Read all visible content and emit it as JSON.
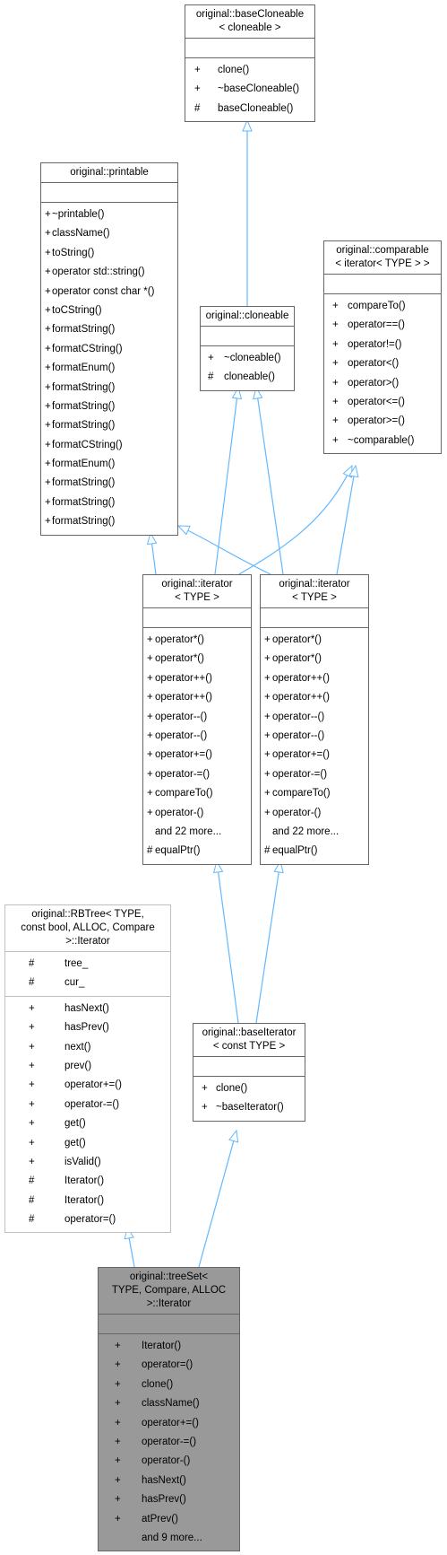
{
  "nodes": {
    "baseCloneable": {
      "title": [
        "original::baseCloneable",
        "< cloneable >"
      ],
      "members": [
        {
          "vis": "+",
          "name": "clone()"
        },
        {
          "vis": "+",
          "name": "~baseCloneable()"
        },
        {
          "vis": "#",
          "name": "baseCloneable()"
        }
      ]
    },
    "printable": {
      "title": [
        "original::printable"
      ],
      "members": [
        {
          "vis": "+",
          "name": "~printable()"
        },
        {
          "vis": "+",
          "name": "className()"
        },
        {
          "vis": "+",
          "name": "toString()"
        },
        {
          "vis": "+",
          "name": "operator std::string()"
        },
        {
          "vis": "+",
          "name": "operator const char *()"
        },
        {
          "vis": "+",
          "name": "toCString()"
        },
        {
          "vis": "+",
          "name": "formatString()"
        },
        {
          "vis": "+",
          "name": "formatCString()"
        },
        {
          "vis": "+",
          "name": "formatEnum()"
        },
        {
          "vis": "+",
          "name": "formatString()"
        },
        {
          "vis": "+",
          "name": "formatString()"
        },
        {
          "vis": "+",
          "name": "formatString()"
        },
        {
          "vis": "+",
          "name": "formatCString()"
        },
        {
          "vis": "+",
          "name": "formatEnum()"
        },
        {
          "vis": "+",
          "name": "formatString()"
        },
        {
          "vis": "+",
          "name": "formatString()"
        },
        {
          "vis": "+",
          "name": "formatString()"
        }
      ]
    },
    "cloneable": {
      "title": [
        "original::cloneable"
      ],
      "members": [
        {
          "vis": "+",
          "name": "~cloneable()"
        },
        {
          "vis": "#",
          "name": "cloneable()"
        }
      ]
    },
    "comparable": {
      "title": [
        "original::comparable",
        "< iterator< TYPE > >"
      ],
      "members": [
        {
          "vis": "+",
          "name": "compareTo()"
        },
        {
          "vis": "+",
          "name": "operator==()"
        },
        {
          "vis": "+",
          "name": "operator!=()"
        },
        {
          "vis": "+",
          "name": "operator<()"
        },
        {
          "vis": "+",
          "name": "operator>()"
        },
        {
          "vis": "+",
          "name": "operator<=()"
        },
        {
          "vis": "+",
          "name": "operator>=()"
        },
        {
          "vis": "+",
          "name": "~comparable()"
        }
      ]
    },
    "iteratorA": {
      "title": [
        "original::iterator",
        "< TYPE >"
      ],
      "members": [
        {
          "vis": "+",
          "name": "operator*()"
        },
        {
          "vis": "+",
          "name": "operator*()"
        },
        {
          "vis": "+",
          "name": "operator++()"
        },
        {
          "vis": "+",
          "name": "operator++()"
        },
        {
          "vis": "+",
          "name": "operator--()"
        },
        {
          "vis": "+",
          "name": "operator--()"
        },
        {
          "vis": "+",
          "name": "operator+=()"
        },
        {
          "vis": "+",
          "name": "operator-=()"
        },
        {
          "vis": "+",
          "name": "compareTo()"
        },
        {
          "vis": "+",
          "name": "operator-()"
        },
        {
          "vis": "",
          "name": "and 22 more..."
        },
        {
          "vis": "#",
          "name": "equalPtr()"
        }
      ]
    },
    "iteratorB": {
      "title": [
        "original::iterator",
        "< TYPE >"
      ],
      "members": [
        {
          "vis": "+",
          "name": "operator*()"
        },
        {
          "vis": "+",
          "name": "operator*()"
        },
        {
          "vis": "+",
          "name": "operator++()"
        },
        {
          "vis": "+",
          "name": "operator++()"
        },
        {
          "vis": "+",
          "name": "operator--()"
        },
        {
          "vis": "+",
          "name": "operator--()"
        },
        {
          "vis": "+",
          "name": "operator+=()"
        },
        {
          "vis": "+",
          "name": "operator-=()"
        },
        {
          "vis": "+",
          "name": "compareTo()"
        },
        {
          "vis": "+",
          "name": "operator-()"
        },
        {
          "vis": "",
          "name": "and 22 more..."
        },
        {
          "vis": "#",
          "name": "equalPtr()"
        }
      ]
    },
    "rbtree": {
      "title": [
        "original::RBTree< TYPE,",
        "const bool, ALLOC, Compare",
        ">::Iterator"
      ],
      "attributes": [
        {
          "vis": "#",
          "name": "tree_"
        },
        {
          "vis": "#",
          "name": "cur_"
        }
      ],
      "members": [
        {
          "vis": "+",
          "name": "hasNext()"
        },
        {
          "vis": "+",
          "name": "hasPrev()"
        },
        {
          "vis": "+",
          "name": "next()"
        },
        {
          "vis": "+",
          "name": "prev()"
        },
        {
          "vis": "+",
          "name": "operator+=()"
        },
        {
          "vis": "+",
          "name": "operator-=()"
        },
        {
          "vis": "+",
          "name": "get()"
        },
        {
          "vis": "+",
          "name": "get()"
        },
        {
          "vis": "+",
          "name": "isValid()"
        },
        {
          "vis": "#",
          "name": "Iterator()"
        },
        {
          "vis": "#",
          "name": "Iterator()"
        },
        {
          "vis": "#",
          "name": "operator=()"
        }
      ]
    },
    "baseIterator": {
      "title": [
        "original::baseIterator",
        "< const TYPE >"
      ],
      "members": [
        {
          "vis": "+",
          "name": "clone()"
        },
        {
          "vis": "+",
          "name": "~baseIterator()"
        }
      ]
    },
    "treeSet": {
      "title": [
        "original::treeSet<",
        "TYPE, Compare, ALLOC",
        ">::Iterator"
      ],
      "members": [
        {
          "vis": "+",
          "name": "Iterator()"
        },
        {
          "vis": "+",
          "name": "operator=()"
        },
        {
          "vis": "+",
          "name": "clone()"
        },
        {
          "vis": "+",
          "name": "className()"
        },
        {
          "vis": "+",
          "name": "operator+=()"
        },
        {
          "vis": "+",
          "name": "operator-=()"
        },
        {
          "vis": "+",
          "name": "operator-()"
        },
        {
          "vis": "+",
          "name": "hasNext()"
        },
        {
          "vis": "+",
          "name": "hasPrev()"
        },
        {
          "vis": "+",
          "name": "atPrev()"
        },
        {
          "vis": "",
          "name": "and 9 more..."
        }
      ]
    }
  },
  "colors": {
    "edge": "#63b8ff",
    "highlight_fill": "#999999",
    "border": "#666666",
    "border_light": "#bfbfbf"
  }
}
